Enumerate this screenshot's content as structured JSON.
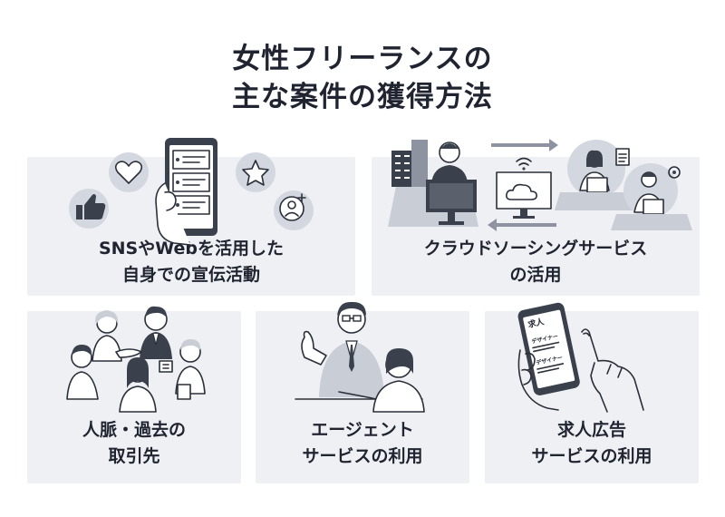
{
  "title": {
    "line1": "女性フリーランスの",
    "line2": "主な案件の獲得方法"
  },
  "cards": [
    {
      "id": "sns",
      "line1": "SNSやWebを活用した",
      "line2": "自身での宣伝活動",
      "icons": [
        "thumbs-up-icon",
        "heart-icon",
        "smartphone-icon",
        "star-icon",
        "add-user-icon"
      ]
    },
    {
      "id": "crowd",
      "line1": "クラウドソーシングサービス",
      "line2": "の活用",
      "icons": [
        "building-icon",
        "cloud-icon",
        "wifi-icon",
        "arrow-right-icon",
        "arrow-left-icon"
      ]
    },
    {
      "id": "network",
      "line1": "人脈・過去の",
      "line2": "取引先",
      "icons": [
        "people-group-illustration"
      ]
    },
    {
      "id": "agent",
      "line1": "エージェント",
      "line2": "サービスの利用",
      "icons": [
        "consultation-illustration"
      ]
    },
    {
      "id": "job",
      "line1": "求人広告",
      "line2": "サービスの利用",
      "icons": [
        "job-ad-smartphone-illustration"
      ]
    }
  ],
  "phone_ad": {
    "heading": "求人",
    "item1": "デザイナー",
    "item2": "デザイナー"
  },
  "colors": {
    "card_bg": "#eef0f4",
    "text": "#1f2430",
    "ink": "#2a2f3a",
    "accent_bubble": "#d3d7df"
  }
}
